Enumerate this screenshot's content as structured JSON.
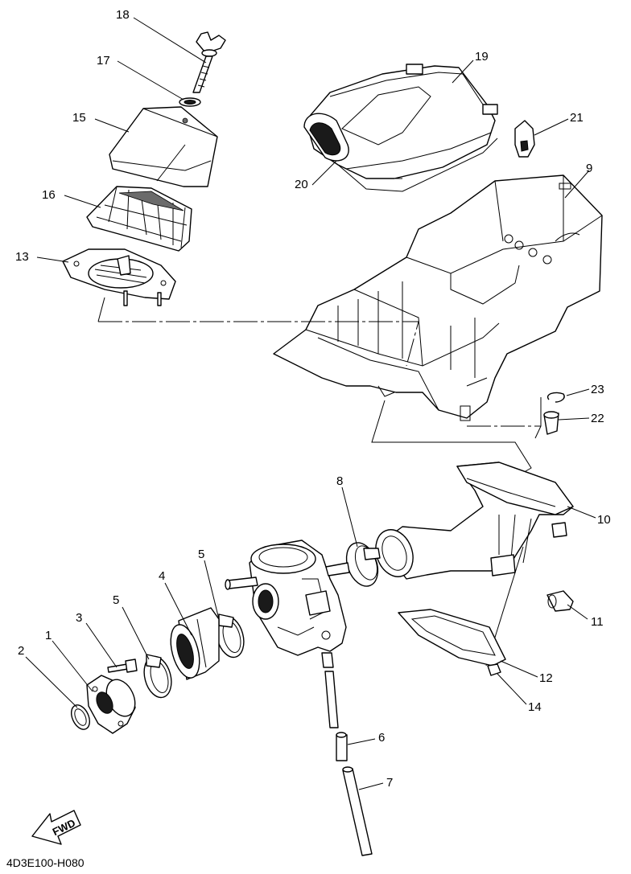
{
  "diagram": {
    "code": "4D3E100-H080",
    "fwd_label": "FWD",
    "callouts": {
      "c1": "1",
      "c2": "2",
      "c3": "3",
      "c4": "4",
      "c5a": "5",
      "c5b": "5",
      "c6": "6",
      "c7": "7",
      "c8": "8",
      "c9": "9",
      "c10": "10",
      "c11": "11",
      "c12": "12",
      "c13": "13",
      "c14": "14",
      "c15": "15",
      "c16": "16",
      "c17": "17",
      "c18": "18",
      "c19": "19",
      "c20": "20",
      "c21": "21",
      "c22": "22",
      "c23": "23"
    }
  }
}
